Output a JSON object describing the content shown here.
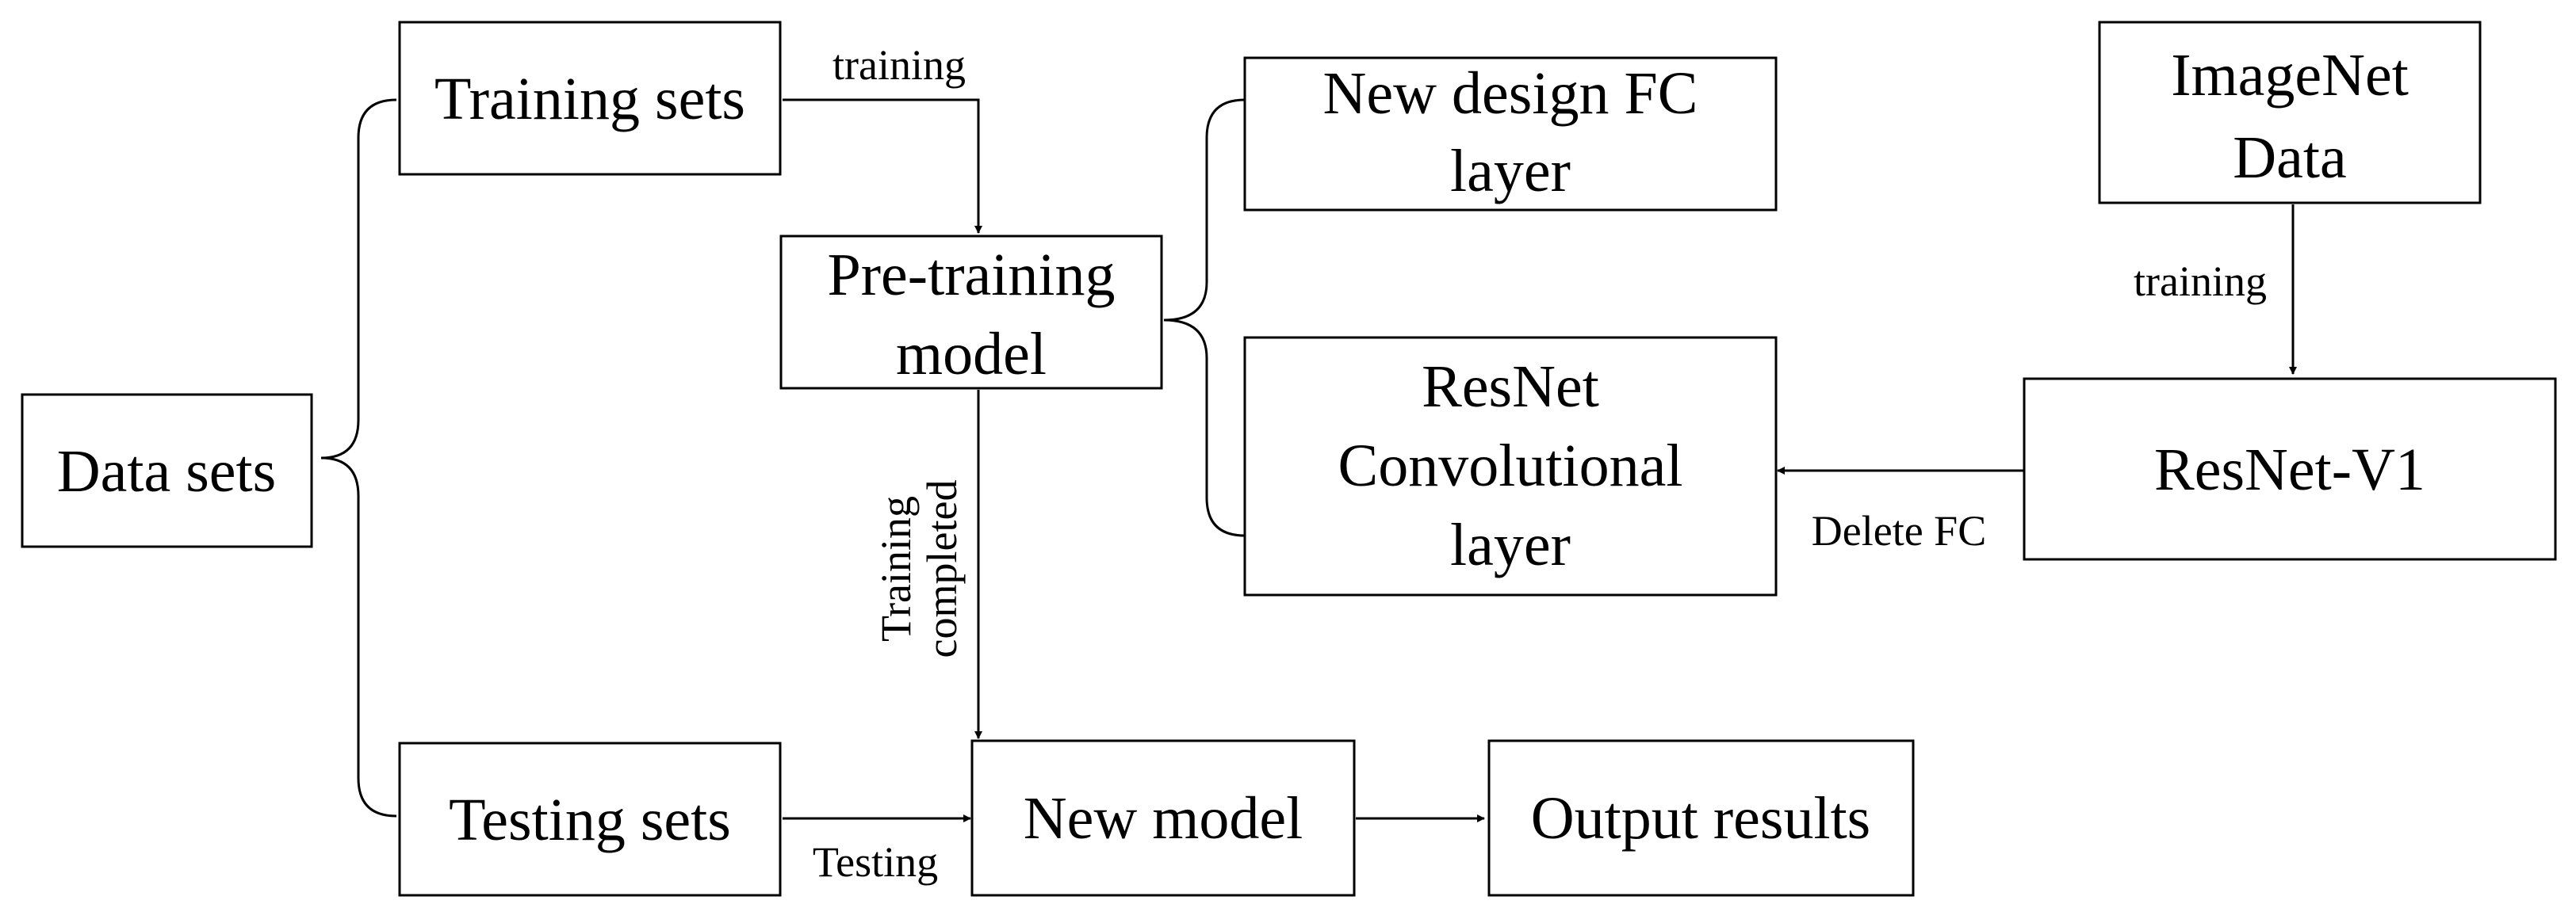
{
  "nodes": {
    "data_sets": "Data sets",
    "training_sets": "Training sets",
    "testing_sets": "Testing sets",
    "pretraining_model": [
      "Pre-training",
      "model"
    ],
    "new_design_fc": [
      "New design FC",
      "layer"
    ],
    "resnet_conv": [
      "ResNet",
      "Convolutional",
      "layer"
    ],
    "imagenet_data": [
      "ImageNet",
      "Data"
    ],
    "resnet_v1": "ResNet-V1",
    "new_model": "New model",
    "output_results": "Output results"
  },
  "edges": {
    "training_top": "training",
    "training_right": "training",
    "training_completed": [
      "Training",
      "completed"
    ],
    "delete_fc": "Delete FC",
    "testing": "Testing"
  }
}
